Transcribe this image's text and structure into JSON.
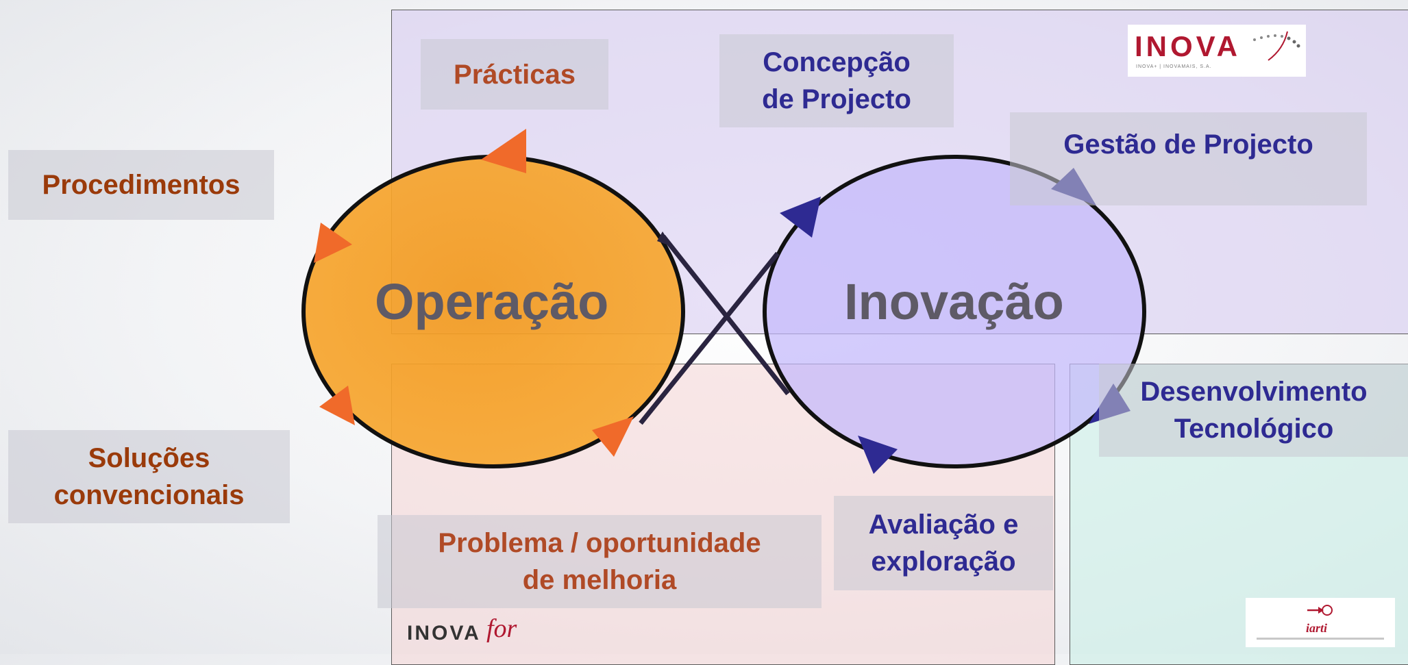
{
  "labels": {
    "practicas": "Prácticas",
    "concepcao": "Concepção\nde Projecto",
    "gestao": "Gestão de Projecto",
    "procedimentos": "Procedimentos",
    "solucoes": "Soluções\nconvencionais",
    "problema": "Problema / oportunidade\nde melhoria",
    "avaliacao": "Avaliação e\nexploração",
    "desenvolvimento": "Desenvolvimento\nTecnológico",
    "operacao": "Operação",
    "inovacao": "Inovação"
  },
  "logos": {
    "inova": "INOVA",
    "inova_tagline": "INOVA+ | INOVAMAIS, S.A.",
    "inovafor": "INOVA",
    "inovafor_suffix": "for",
    "iarti": "iarti"
  },
  "colors": {
    "operacao_fill": "#f59a1c",
    "inovacao_fill": "#c9c0fb",
    "orange_arrow": "#f06a2a",
    "blue_arrow": "#2e2a92",
    "orange_text": "#9a3a0a",
    "blue_text": "#2e2a92"
  }
}
